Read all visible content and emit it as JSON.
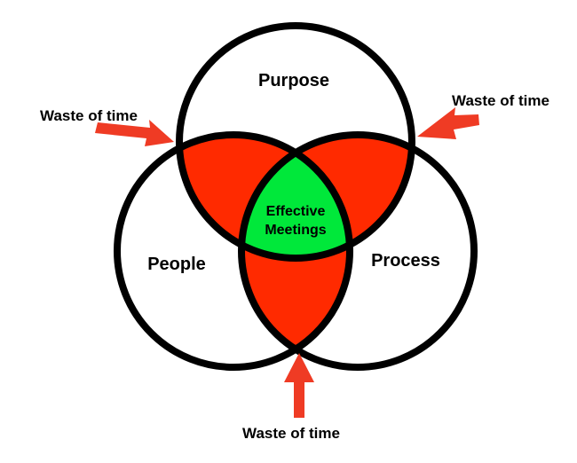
{
  "diagram": {
    "sets": {
      "top": "Purpose",
      "left": "People",
      "right": "Process"
    },
    "center": {
      "line1": "Effective",
      "line2": "Meetings"
    },
    "callouts": {
      "top_left": "Waste of time",
      "top_right": "Waste of time",
      "bottom": "Waste of time"
    }
  },
  "colors": {
    "pair_overlap": "#ff2a00",
    "center_overlap": "#00e83a",
    "outline": "#000000",
    "arrow": "#ef3b24"
  }
}
